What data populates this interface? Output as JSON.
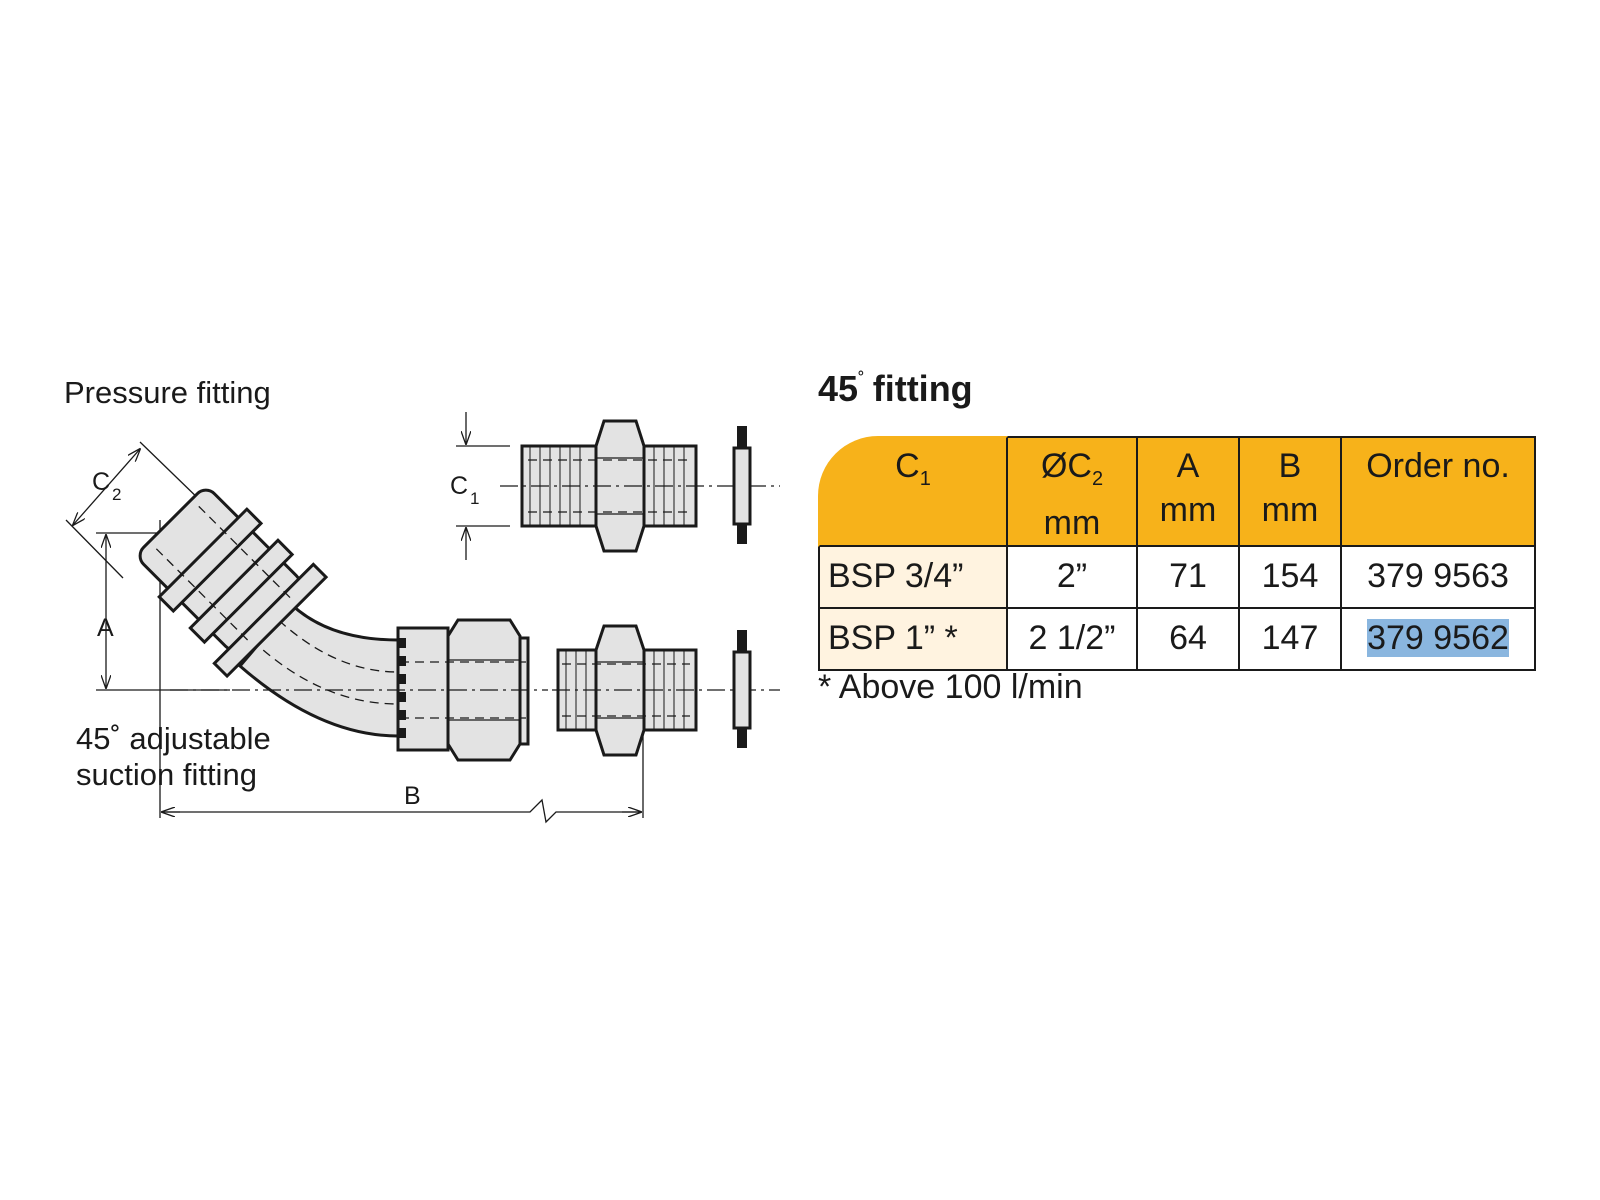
{
  "diagram": {
    "labels": {
      "pressure_fitting": "Pressure fitting",
      "suction_line1": "45˚ adjustable",
      "suction_line2": "suction fitting",
      "dim_c2": "C",
      "dim_c2_sub": "2",
      "dim_c1": "C",
      "dim_c1_sub": "1",
      "dim_a": "A",
      "dim_b": "B"
    }
  },
  "section": {
    "title": "45",
    "title_degree": "˚",
    "title_rest": "fitting"
  },
  "table": {
    "headers": {
      "c1": "C",
      "c1_sub": "1",
      "c2_line1": "ØC",
      "c2_sub": "2",
      "c2_line2": "mm",
      "a_line1": "A",
      "a_line2": "mm",
      "b_line1": "B",
      "b_line2": "mm",
      "order": "Order no."
    },
    "rows": [
      {
        "c1": "BSP 3/4”",
        "c2": "2”",
        "a": "71",
        "b": "154",
        "order": "379 9563"
      },
      {
        "c1": "BSP 1” *",
        "c2": "2 1/2”",
        "a": "64",
        "b": "147",
        "order": "379 9562"
      }
    ],
    "highlight_color": "#8ab6df",
    "header_color": "#f7b21a"
  },
  "footnote": "* Above 100 l/min"
}
